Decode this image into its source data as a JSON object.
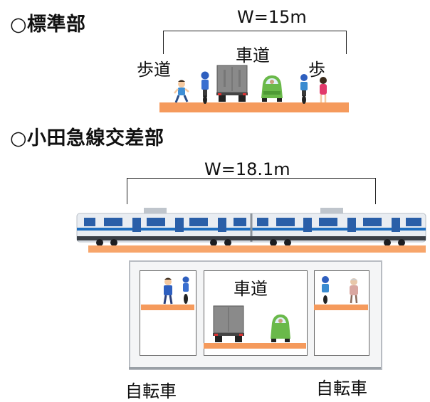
{
  "section1": {
    "title": "○標準部",
    "width_label": "W=15m",
    "label_sidewalk_left": "歩道",
    "label_road": "車道",
    "label_sidewalk_right": "歩"
  },
  "section2": {
    "title": "○小田急線交差部",
    "width_label": "W=18.1m",
    "label_road": "車道",
    "label_bike_left": "自転車",
    "label_bike_right": "自転車"
  },
  "colors": {
    "ground": "#f59a5c",
    "train_stripe": "#1f6fc0",
    "train_body": "#e9edf2"
  },
  "icons": [
    "runner-icon",
    "cyclist-icon",
    "truck-icon",
    "car-icon",
    "pedestrian-icon",
    "train-icon"
  ]
}
